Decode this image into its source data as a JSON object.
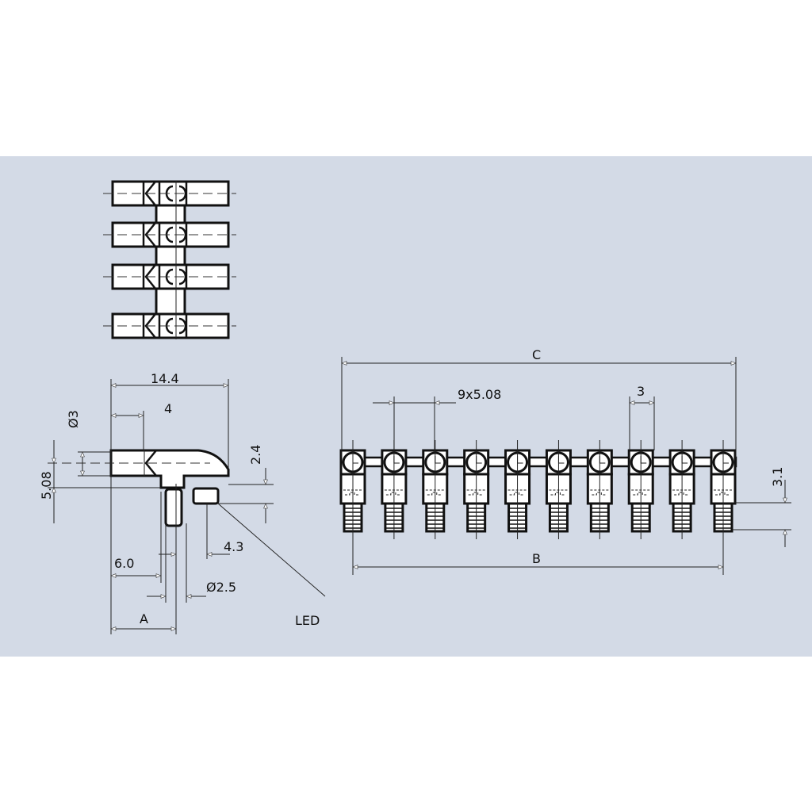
{
  "drawing": {
    "side_view": {
      "dim_overall_length": "14.4",
      "dim_cylinder_length": "4",
      "dim_cylinder_diameter": "Ø3",
      "dim_pitch_height": "5.08",
      "dim_led_height": "2.4",
      "dim_led_offset": "4.3",
      "dim_pin_offset": "6.0",
      "dim_pin_diameter": "Ø2.5",
      "dim_a": "A",
      "led_label": "LED"
    },
    "front_view": {
      "pin_count": 10,
      "dim_c": "C",
      "dim_pitch": "9x5.08",
      "dim_spacing": "3",
      "dim_b": "B",
      "dim_thread": "3.1"
    },
    "top_view": {
      "row_count": 4
    }
  }
}
